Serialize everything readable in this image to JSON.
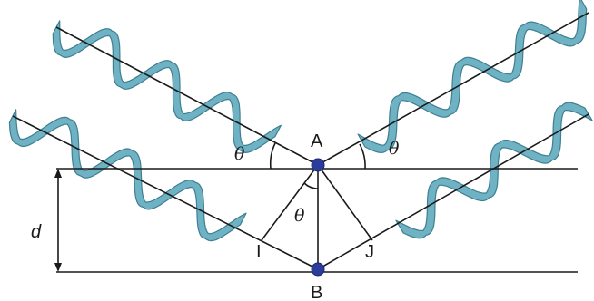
{
  "labels": {
    "A": "A",
    "B": "B",
    "I": "I",
    "J": "J",
    "d": "d",
    "theta": "θ"
  },
  "colors": {
    "wave": "#6fb2c3",
    "atom": "#2c3c9a",
    "line": "#1a1a1a"
  }
}
